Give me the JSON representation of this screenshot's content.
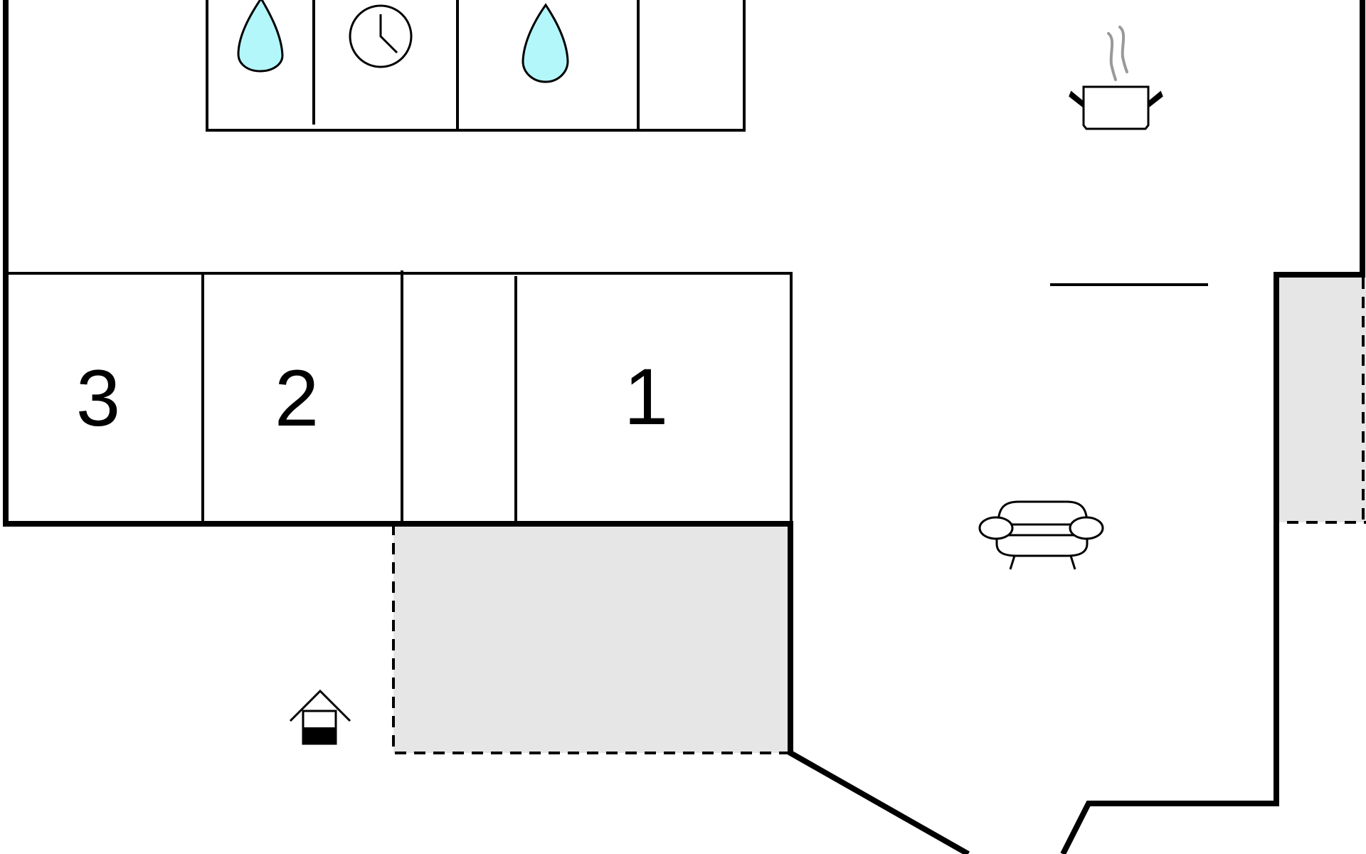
{
  "rooms": [
    {
      "id": "bedroom-3",
      "label": "3"
    },
    {
      "id": "bedroom-2",
      "label": "2"
    },
    {
      "id": "bedroom-1",
      "label": "1"
    }
  ],
  "icons": {
    "bathroom_1": "water-drop-icon",
    "sauna": "clock-icon",
    "bathroom_2": "water-drop-icon",
    "kitchen": "steaming-pot-icon",
    "living_room": "sofa-icon",
    "entrance": "house-entrance-icon"
  },
  "colors": {
    "wall": "#000000",
    "terrace_fill": "#e6e6e6",
    "water": "#b3f7fb",
    "steam": "#999999",
    "background": "#ffffff"
  }
}
